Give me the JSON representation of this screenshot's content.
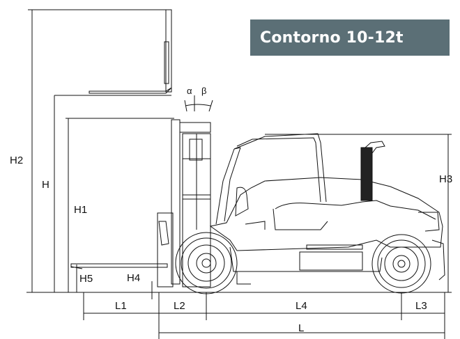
{
  "title": "Contorno 10-12t",
  "labels": {
    "H2": "H2",
    "H": "H",
    "H1": "H1",
    "H3": "H3",
    "H4": "H4",
    "H5": "H5",
    "L1": "L1",
    "L2": "L2",
    "L4": "L4",
    "L3": "L3",
    "L": "L",
    "alpha": "α",
    "beta": "β"
  },
  "colors": {
    "title_bg": "#5b6f76",
    "title_text": "#ffffff",
    "line": "#111111"
  }
}
